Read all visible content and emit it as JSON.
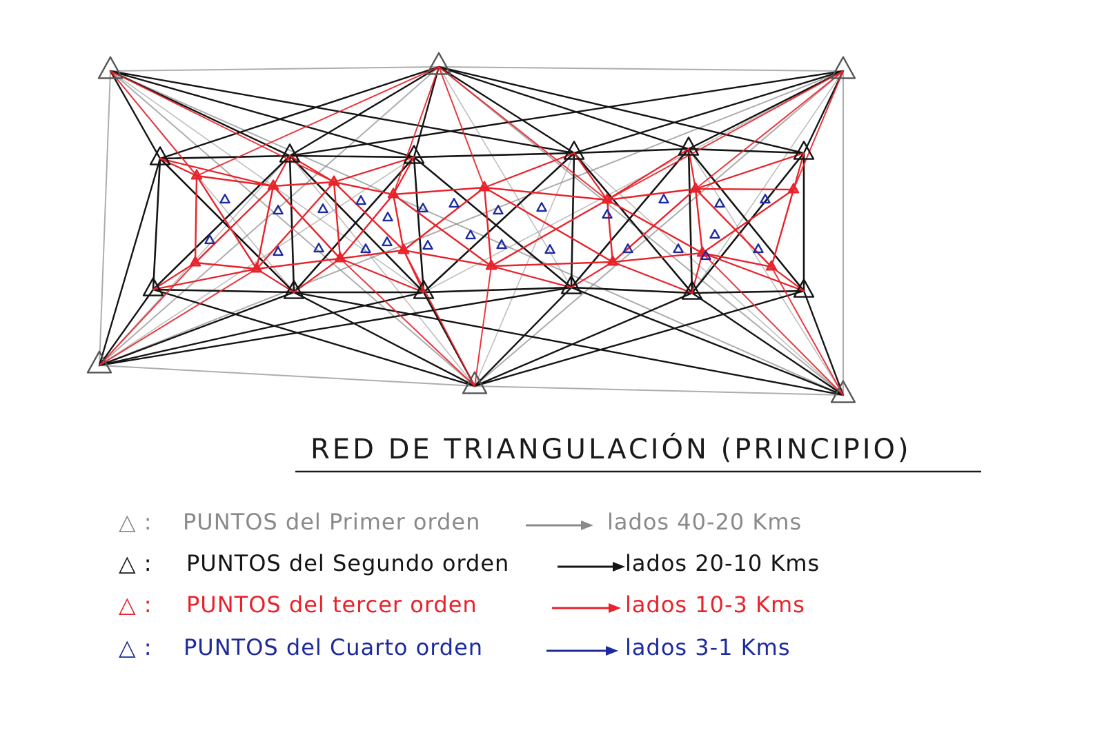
{
  "title": "RED DE TRIANGULACIÓN (PRINCIPIO)",
  "colors": {
    "first": "#8a8a8a",
    "second": "#141414",
    "third": "#e8222a",
    "fourth": "#1c2a9e"
  },
  "legend": [
    {
      "marker": "△ :",
      "label": "PUNTOS del Primer orden",
      "sides": "lados 40-20 Kms",
      "color_key": "first"
    },
    {
      "marker": "△ :",
      "label": "PUNTOS del Segundo orden",
      "sides": "lados 20-10 Kms",
      "color_key": "second"
    },
    {
      "marker": "△ :",
      "label": "PUNTOS del tercer orden",
      "sides": "lados 10-3 Kms",
      "color_key": "third"
    },
    {
      "marker": "△ :",
      "label": "PUNTOS del Cuarto orden",
      "sides": "lados 3-1 Kms",
      "color_key": "fourth"
    }
  ]
}
